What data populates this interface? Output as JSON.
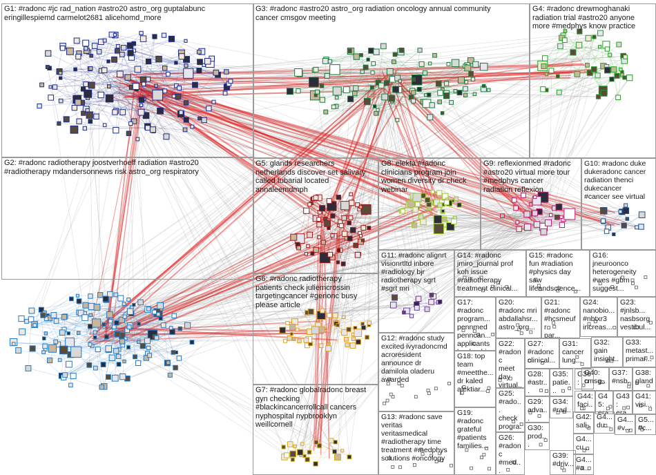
{
  "groups": [
    {
      "id": "g1",
      "text": "G1: #radonc #jc rad_nation #astro20 astro_org guptalabunc\neringillespiemd carmelot2681 alicehomd_more",
      "color": "#1b2a8a"
    },
    {
      "id": "g2",
      "text": "G2: #radonc radiotherapy joostverhoeff radiation #astro20\n#radiotherapy mdandersonnews risk astro_org respiratory",
      "color": "#1f78c8"
    },
    {
      "id": "g3",
      "text": "G3: #radonc #astro20 astro_org radiation oncology annual community\ncancer cmsgov meeting",
      "color": "#1a7a3a"
    },
    {
      "id": "g4",
      "text": "G4: #radonc drewmoghanaki\nradiation trial #astro20 anyone\nmore #medphys know practice",
      "color": "#22a022"
    },
    {
      "id": "g5",
      "text": "G5: glands researchers\nnetherlands discover set salivary\ncalled tubarial located\nannaleemdmph",
      "color": "#a01818"
    },
    {
      "id": "g6",
      "text": "G6: #radonc radiotherapy\npatients check juliemcrossin\ntargetingcancer #gerionc busy\nplease article",
      "color": "#e0a020"
    },
    {
      "id": "g7",
      "text": "G7: #radonc globalradonc breast\ngyn checking\n#blackincancerrollcall cancers\nnyphospital nypbrooklyn\nweillcornell",
      "color": "#d4b020"
    },
    {
      "id": "g8",
      "text": "G8: elekta #radonc\nclinicians program join\nwomen diversity dr check\nwebinar",
      "color": "#9acd32"
    },
    {
      "id": "g9",
      "text": "G9: reflexionmed #radonc\n#astro20 virtual more tour\n#medphys cancer\nradiation reflexion",
      "color": "#c01870"
    },
    {
      "id": "g10",
      "text": "G10: #radonc duke\ndukeradonc cancer\nradiation thenci\ndukecancer\n#cancer see virtual",
      "color": "#205090"
    },
    {
      "id": "g11",
      "text": "G11: #radonc alignrt\nvisionrtltd inbore\n#radiology bjr\nradiotherapy sgrt\n#sgrt mri",
      "color": "#6a3aa0"
    },
    {
      "id": "g12",
      "text": "G12: #radonc study\nexcited ivyradoncmd\nacroresident\nannounce dr\ndamilola oladeru\nawarded",
      "color": "#707070"
    },
    {
      "id": "g13",
      "text": "G13: #radonc save\nveritas\nveritasmedical\n#radiotherapy time\ntreatment #medphys\nsolutions #oncology",
      "color": "#707070"
    },
    {
      "id": "g14",
      "text": "G14: #radonc\njmiro_journal prof\nkoh issue\n#radiotherapy\ntreatment clinical...",
      "color": "#707070"
    },
    {
      "id": "g15",
      "text": "G15: #radonc\nfun #radiation\n#physics day\nsaw\nlifeandscience...",
      "color": "#707070"
    },
    {
      "id": "g16",
      "text": "G16:\njneuroonco\nheterogeneity\n#wes #gbm\nsuggest...",
      "color": "#707070"
    },
    {
      "id": "g17",
      "text": "G17:\n#radonc\nprogram...\npennmed\npenncan...\napplicants\nleadershi...",
      "color": "#707070"
    },
    {
      "id": "g18",
      "text": "G18: top\nteam\n#meetthe...\ndr kaled\nalektiar...",
      "color": "#707070"
    },
    {
      "id": "g19",
      "text": "G19:\n#radonc\ngrateful\n#patients\nfamilies...",
      "color": "#707070"
    },
    {
      "id": "g20",
      "text": "G20:\n#radonc mri\nabdallahsr...\nastro_org...",
      "color": "#707070"
    },
    {
      "id": "g21",
      "text": "G21:\n#radonc\n#hcsmeufr\npar...",
      "color": "#707070"
    },
    {
      "id": "g22",
      "text": "G22:\n#radonc\nmeet\nday\nvirtual...",
      "color": "#707070"
    },
    {
      "id": "g23",
      "text": "G23:\n#jnlsb...\nnasbsorg\nvestibul...",
      "color": "#707070"
    },
    {
      "id": "g24",
      "text": "G24:\nnanobio...\n#nbtxr3\nincreas...",
      "color": "#707070"
    },
    {
      "id": "g25",
      "text": "G25:\n#rado...\ncheck\nprogra...",
      "color": "#707070"
    },
    {
      "id": "g26",
      "text": "G26:\n#radonc\n#med...\nplan",
      "color": "#707070"
    },
    {
      "id": "g27",
      "text": "G27:\n#radonc\nclinical...",
      "color": "#707070"
    },
    {
      "id": "g28",
      "text": "G28:\n#astr...\n#glo...",
      "color": "#707070"
    },
    {
      "id": "g29",
      "text": "G29:\nadva...\n#prot...",
      "color": "#707070"
    },
    {
      "id": "g30",
      "text": "G30:\nprod...\ncong...",
      "color": "#707070"
    },
    {
      "id": "g31",
      "text": "G31:\ncancer\nlung...",
      "color": "#707070"
    },
    {
      "id": "g32",
      "text": "G32:\ngain\ninsight...",
      "color": "#707070"
    },
    {
      "id": "g33",
      "text": "G33:\nmetast...\nprimar...",
      "color": "#707070"
    },
    {
      "id": "g34",
      "text": "G34:\n#rad...\n#rad...",
      "color": "#707070"
    },
    {
      "id": "g35",
      "text": "G35:\npatie...",
      "color": "#707070"
    },
    {
      "id": "g36",
      "text": "G36:",
      "color": "#707070"
    },
    {
      "id": "g37",
      "text": "G37:\n#nsb...",
      "color": "#707070"
    },
    {
      "id": "g38",
      "text": "G38:\ngland...",
      "color": "#707070"
    },
    {
      "id": "g39",
      "text": "G39:\n#driv...",
      "color": "#707070"
    },
    {
      "id": "g40",
      "text": "G40:\ncmsg...",
      "color": "#707070"
    },
    {
      "id": "g41",
      "text": "G41:\nvisi...",
      "color": "#707070"
    },
    {
      "id": "g42",
      "text": "G42:\nsali...",
      "color": "#707070"
    },
    {
      "id": "g43",
      "text": "G43:\nera...",
      "color": "#707070"
    },
    {
      "id": "g44",
      "text": "G44:\nfaci...",
      "color": "#707070"
    },
    {
      "id": "g45",
      "text": "G45:\nera...",
      "color": "#707070"
    },
    {
      "id": "g46",
      "text": "G4...\ndu...",
      "color": "#707070"
    },
    {
      "id": "g47",
      "text": "G4...\ncu...",
      "color": "#707070"
    },
    {
      "id": "g48",
      "text": "G4...\n#v...",
      "color": "#707070"
    },
    {
      "id": "g49",
      "text": "G4...\n#a...",
      "color": "#707070"
    },
    {
      "id": "g50",
      "text": "G5...\n#c...",
      "color": "#707070"
    }
  ]
}
